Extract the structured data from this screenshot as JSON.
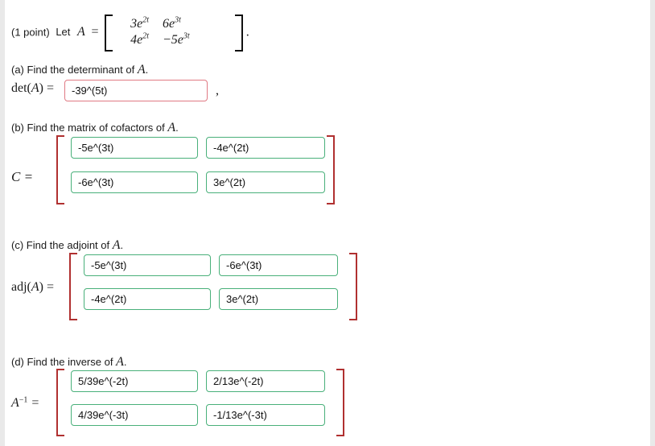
{
  "problem": {
    "points_label": "(1 point)",
    "let_label": "Let",
    "matrix_name": "A",
    "matrix_entries": [
      [
        "3e",
        "2t",
        "6e",
        "3t"
      ],
      [
        "4e",
        "2t",
        "−5e",
        "3t"
      ]
    ],
    "period": "."
  },
  "parts": {
    "a": {
      "prompt": "(a) Find the determinant of",
      "prompt_var": "A",
      "prompt_end": ".",
      "label_det": "det(",
      "label_var": "A",
      "label_close": ") =",
      "value": "-39^(5t)",
      "trailing_comma": ","
    },
    "b": {
      "prompt": "(b) Find the matrix of cofactors of",
      "prompt_var": "A",
      "prompt_end": ".",
      "label": "C =",
      "values": [
        [
          "-5e^(3t)",
          "-4e^(2t)"
        ],
        [
          "-6e^(3t)",
          "3e^(2t)"
        ]
      ]
    },
    "c": {
      "prompt": "(c) Find the adjoint of",
      "prompt_var": "A",
      "prompt_end": ".",
      "label_adj": "adj(",
      "label_var": "A",
      "label_close": ") =",
      "values": [
        [
          "-5e^(3t)",
          "-6e^(3t)"
        ],
        [
          "-4e^(2t)",
          "3e^(2t)"
        ]
      ]
    },
    "d": {
      "prompt": "(d) Find the inverse of",
      "prompt_var": "A",
      "prompt_end": ".",
      "label_var": "A",
      "label_exp": "−1",
      "label_close": "=",
      "values": [
        [
          "5/39e^(-2t)",
          "2/13e^(-2t)"
        ],
        [
          "4/39e^(-3t)",
          "-1/13e^(-3t)"
        ]
      ]
    }
  },
  "colors": {
    "input_border_green": "#49b07a",
    "input_border_red": "#e07a84",
    "bracket_black": "#111111",
    "bracket_red": "#b03030",
    "page_background": "#ffffff",
    "edge_gray": "#e9e9e9"
  }
}
